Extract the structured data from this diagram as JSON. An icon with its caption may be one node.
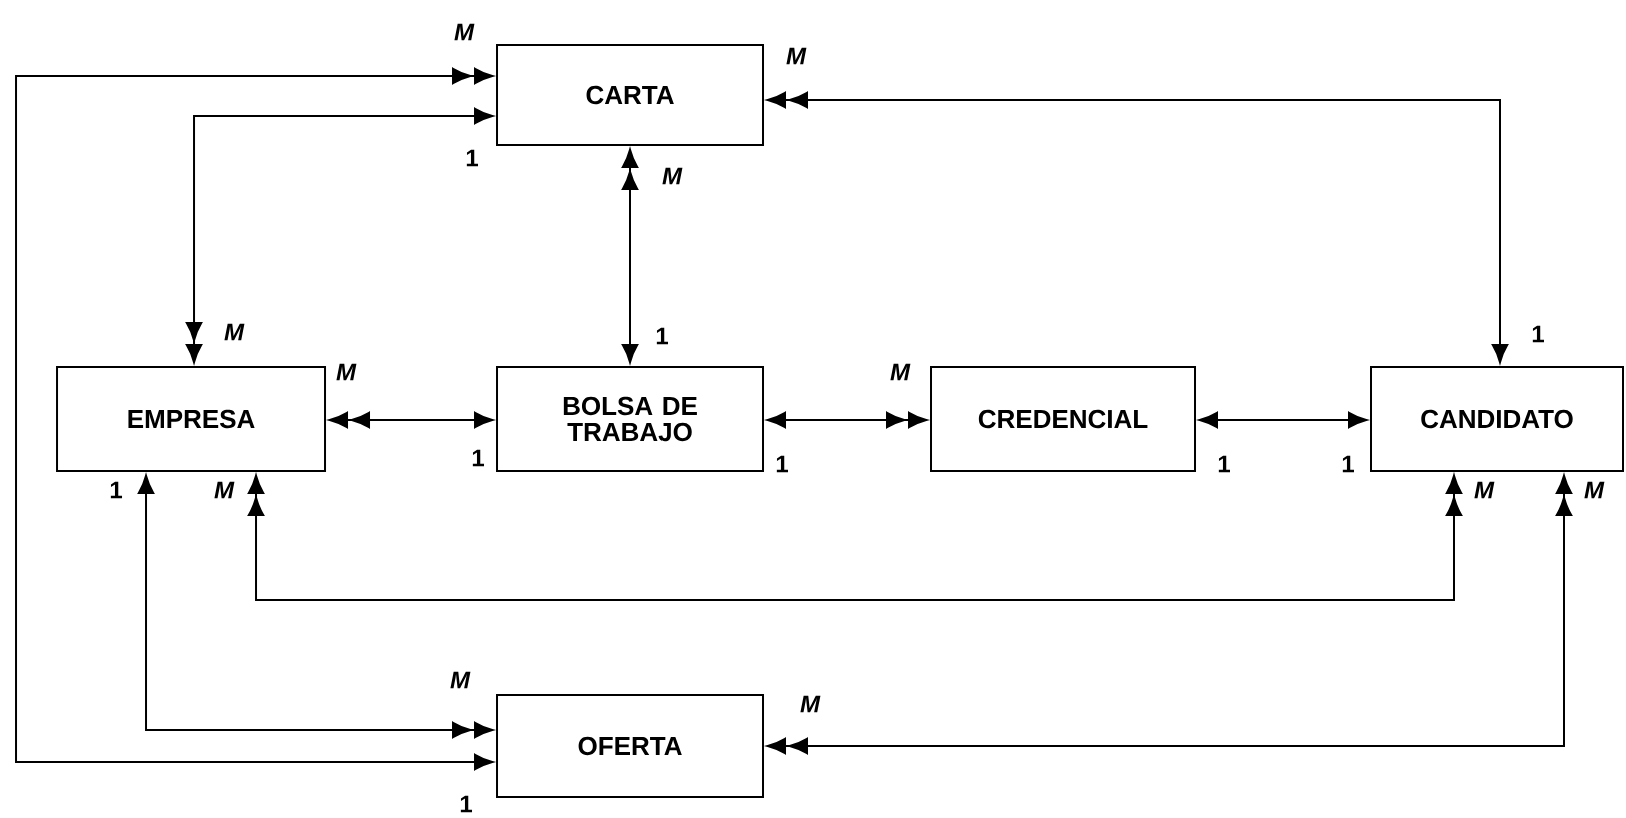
{
  "diagram": {
    "nodes": [
      {
        "text": [
          "CARTA"
        ]
      },
      {
        "text": [
          "EMPRESA"
        ]
      },
      {
        "text": [
          "BOLSA DE TRABAJO"
        ]
      },
      {
        "text": [
          "CREDENCIAL"
        ]
      },
      {
        "text": [
          "CANDIDATO"
        ]
      },
      {
        "text": [
          "OFERTA"
        ]
      }
    ],
    "edges": [
      {
        "from": 0,
        "to": 5,
        "arrow": "both"
      },
      {
        "from": 0,
        "to": 1,
        "arrow": "both"
      },
      {
        "from": 0,
        "to": 2,
        "arrow": "both"
      },
      {
        "from": 0,
        "to": 4,
        "arrow": "both"
      },
      {
        "from": 1,
        "to": 2,
        "arrow": "both"
      },
      {
        "from": 2,
        "to": 3,
        "arrow": "both"
      },
      {
        "from": 3,
        "to": 4,
        "arrow": "both"
      },
      {
        "from": 1,
        "to": 4,
        "arrow": "both"
      },
      {
        "from": 1,
        "to": 5,
        "arrow": "both"
      },
      {
        "from": 5,
        "to": 4,
        "arrow": "both"
      }
    ],
    "labels": [
      "M",
      "M",
      "1",
      "M",
      "M",
      "1",
      "1",
      "M",
      "M",
      "1",
      "1",
      "1",
      "1",
      "1",
      "M",
      "M",
      "M",
      "M",
      "M",
      "1"
    ]
  }
}
